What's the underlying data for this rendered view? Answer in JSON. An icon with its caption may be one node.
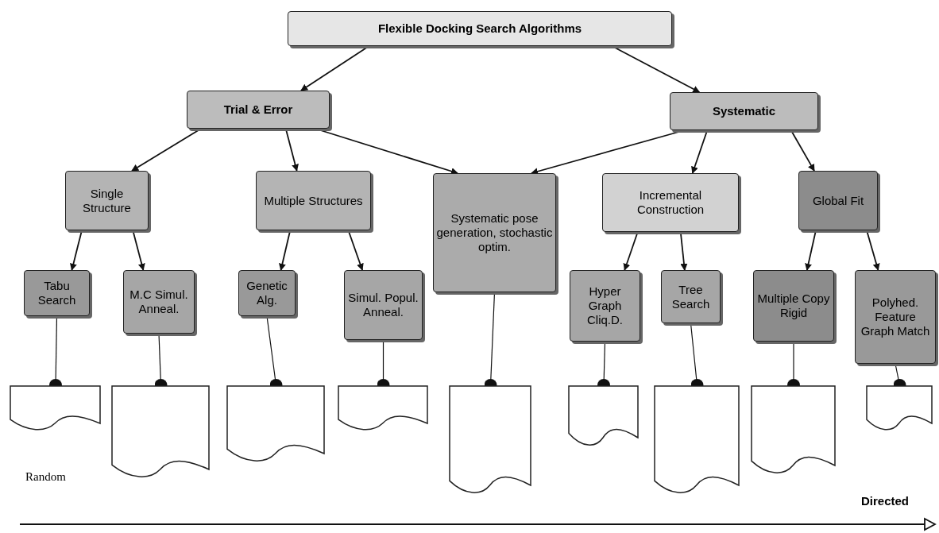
{
  "diagram": {
    "nodes": [
      {
        "text": [
          "Flexible Docking Search Algorithms"
        ]
      },
      {
        "text": [
          "Trial & Error"
        ]
      },
      {
        "text": [
          "Systematic"
        ]
      },
      {
        "text": [
          "Single Structure"
        ]
      },
      {
        "text": [
          "Multiple Structures"
        ]
      },
      {
        "text": [
          "Systematic pose generation, stochastic optim."
        ]
      },
      {
        "text": [
          "Incremental Construction"
        ]
      },
      {
        "text": [
          "Global Fit"
        ]
      },
      {
        "text": [
          "Tabu Search"
        ]
      },
      {
        "text": [
          "M.C Simul. Anneal."
        ]
      },
      {
        "text": [
          "Genetic Alg."
        ]
      },
      {
        "text": [
          "Simul. Popul. Anneal."
        ]
      },
      {
        "text": [
          "Hyper Graph Cliq.D."
        ]
      },
      {
        "text": [
          "Tree Search"
        ]
      },
      {
        "text": [
          "Multiple Copy Rigid"
        ]
      },
      {
        "text": [
          "Polyhed. Feature Graph Match"
        ]
      },
      {
        "text": [],
        "shape": "document"
      },
      {
        "text": [],
        "shape": "document"
      },
      {
        "text": [],
        "shape": "document"
      },
      {
        "text": [],
        "shape": "document"
      },
      {
        "text": [],
        "shape": "document"
      },
      {
        "text": [],
        "shape": "document"
      },
      {
        "text": [],
        "shape": "document"
      },
      {
        "text": [],
        "shape": "document"
      },
      {
        "text": [],
        "shape": "document"
      }
    ],
    "edges": [
      {
        "from": 0,
        "to": 1,
        "arrow": "to"
      },
      {
        "from": 0,
        "to": 2,
        "arrow": "to"
      },
      {
        "from": 1,
        "to": 3,
        "arrow": "to"
      },
      {
        "from": 1,
        "to": 4,
        "arrow": "to"
      },
      {
        "from": 1,
        "to": 5,
        "arrow": "to"
      },
      {
        "from": 2,
        "to": 5,
        "arrow": "to"
      },
      {
        "from": 2,
        "to": 6,
        "arrow": "to"
      },
      {
        "from": 2,
        "to": 7,
        "arrow": "to"
      },
      {
        "from": 3,
        "to": 8,
        "arrow": "to"
      },
      {
        "from": 3,
        "to": 9,
        "arrow": "to"
      },
      {
        "from": 4,
        "to": 10,
        "arrow": "to"
      },
      {
        "from": 4,
        "to": 11,
        "arrow": "to"
      },
      {
        "from": 6,
        "to": 12,
        "arrow": "to"
      },
      {
        "from": 6,
        "to": 13,
        "arrow": "to"
      },
      {
        "from": 7,
        "to": 14,
        "arrow": "to"
      },
      {
        "from": 7,
        "to": 15,
        "arrow": "to"
      },
      {
        "from": 8,
        "to": 16,
        "arrow": "other"
      },
      {
        "from": 9,
        "to": 17,
        "arrow": "other"
      },
      {
        "from": 10,
        "to": 18,
        "arrow": "other"
      },
      {
        "from": 11,
        "to": 19,
        "arrow": "other"
      },
      {
        "from": 5,
        "to": 20,
        "arrow": "other"
      },
      {
        "from": 12,
        "to": 21,
        "arrow": "other"
      },
      {
        "from": 13,
        "to": 22,
        "arrow": "other"
      },
      {
        "from": 14,
        "to": 23,
        "arrow": "other"
      },
      {
        "from": 15,
        "to": 24,
        "arrow": "other"
      }
    ],
    "labels": [
      "Random",
      "Directed"
    ]
  }
}
